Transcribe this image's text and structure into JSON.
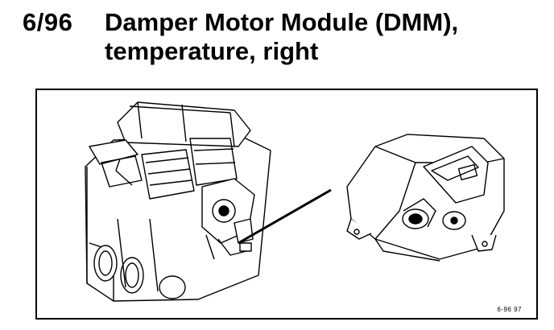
{
  "header": {
    "ref_number": "6/96",
    "title_line1": "Damper Motor Module (DMM),",
    "title_line2": "temperature, right"
  },
  "figure": {
    "code": "6-96 97",
    "left_illustration": "hvac-housing-illustration",
    "right_illustration": "damper-motor-module-illustration"
  }
}
